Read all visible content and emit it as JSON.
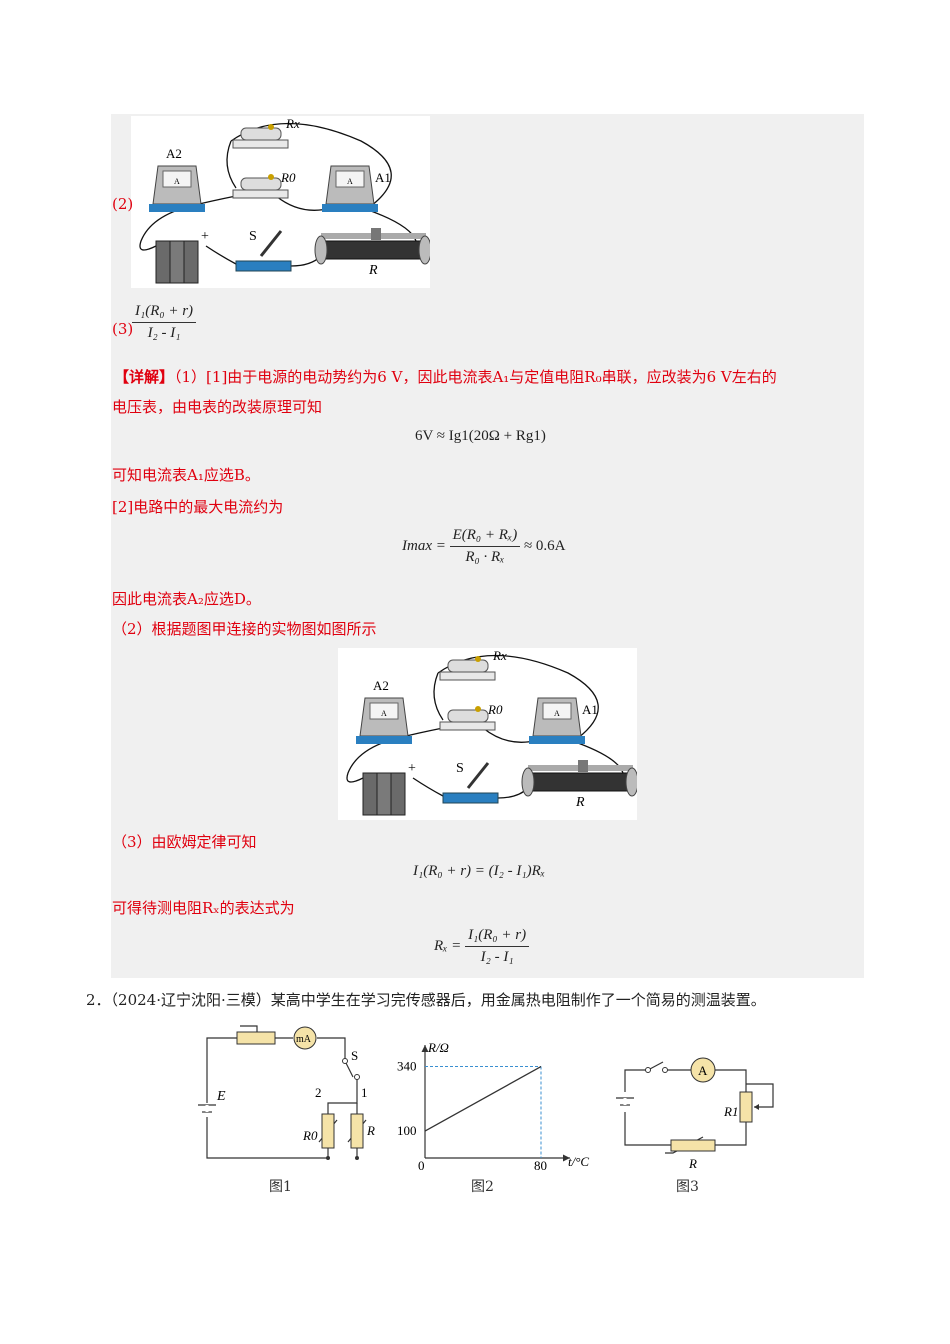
{
  "answers": {
    "a2_label": "(2)",
    "a3_label": "(3)",
    "a3_num": "I₁(R₀ + r)",
    "a3_den": "I₂ - I₁"
  },
  "circuit_labels": {
    "rx": "Rx",
    "r0": "R0",
    "a1": "A1",
    "a2": "A2",
    "s": "S",
    "r": "R",
    "plus": "+",
    "meter": "A"
  },
  "explanation": {
    "p1_tag": "【详解】",
    "p1_text": "（1）[1]由于电源的电动势约为6 V，因此电流表A₁与定值电阻R₀串联，应改装为6 V左右的",
    "p1_cont": "电压表，由电表的改装原理可知",
    "eq1": "6V ≈ Ig1(20Ω + Rg1)",
    "p2": "可知电流表A₁应选B。",
    "p3": "[2]电路中的最大电流约为",
    "eq2_lhs": "Imax =",
    "eq2_num": "E(R₀ + Rₓ)",
    "eq2_den": "R₀ · Rₓ",
    "eq2_rhs": "≈ 0.6A",
    "p4": "因此电流表A₂应选D。",
    "p5": "（2）根据题图甲连接的实物图如图所示",
    "p6": "（3）由欧姆定律可知",
    "eq3": "I₁(R₀ + r) = (I₂ - I₁)Rₓ",
    "p7": "可得待测电阻Rₓ的表达式为",
    "eq4_lhs": "Rₓ =",
    "eq4_num": "I₁(R₀ + r)",
    "eq4_den": "I₂ - I₁"
  },
  "question2": {
    "number": "2．",
    "text": "（2024·辽宁沈阳·三模）某高中学生在学习完传感器后，用金属热电阻制作了一个简易的测温装置。",
    "fig1": {
      "caption": "图1",
      "E": "E",
      "mA": "mA",
      "S": "S",
      "R0": "R0",
      "R": "R",
      "n1": "1",
      "n2": "2"
    },
    "fig2": {
      "caption": "图2",
      "ylabel": "R/Ω",
      "xlabel": "t/°C",
      "origin": "0"
    },
    "fig3": {
      "caption": "图3",
      "A": "A",
      "R1": "R1",
      "R": "R"
    }
  },
  "chart_data": {
    "type": "line",
    "xlabel": "t/°C",
    "ylabel": "R/Ω",
    "x": [
      0,
      80
    ],
    "y": [
      100,
      340
    ],
    "x_ticks": [
      0,
      80
    ],
    "y_ticks": [
      100,
      340
    ],
    "xlim": [
      0,
      100
    ],
    "ylim": [
      0,
      420
    ]
  }
}
